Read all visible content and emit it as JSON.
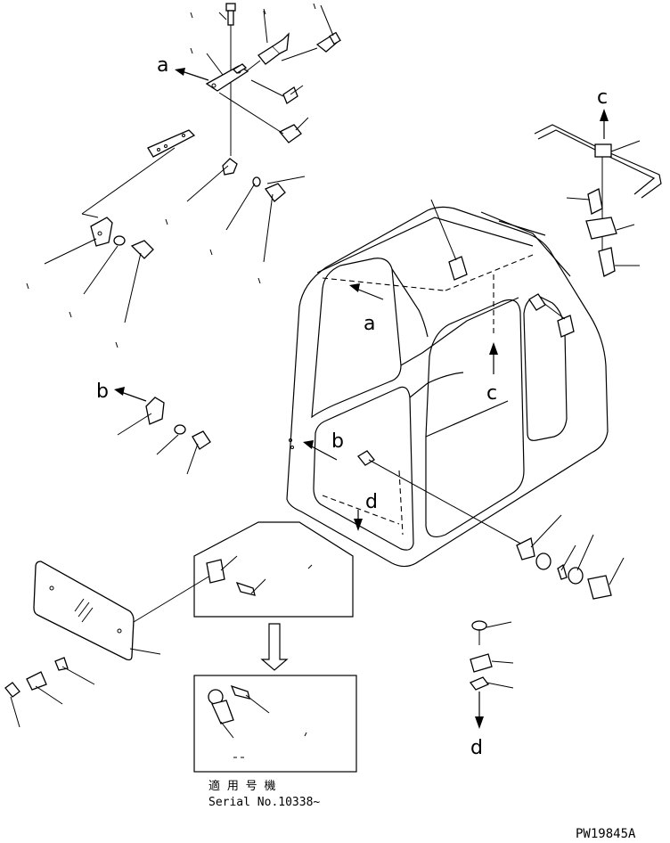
{
  "labels": {
    "a_top": "a",
    "a_cab": "a",
    "b_left": "b",
    "b_cab": "b",
    "c_top": "c",
    "c_cab": "c",
    "d_cab": "d",
    "d_bottom": "d"
  },
  "inset": {
    "applicable_jp": "適 用 号 機",
    "serial": "Serial No.10338~"
  },
  "figure_code": "PW19845A"
}
